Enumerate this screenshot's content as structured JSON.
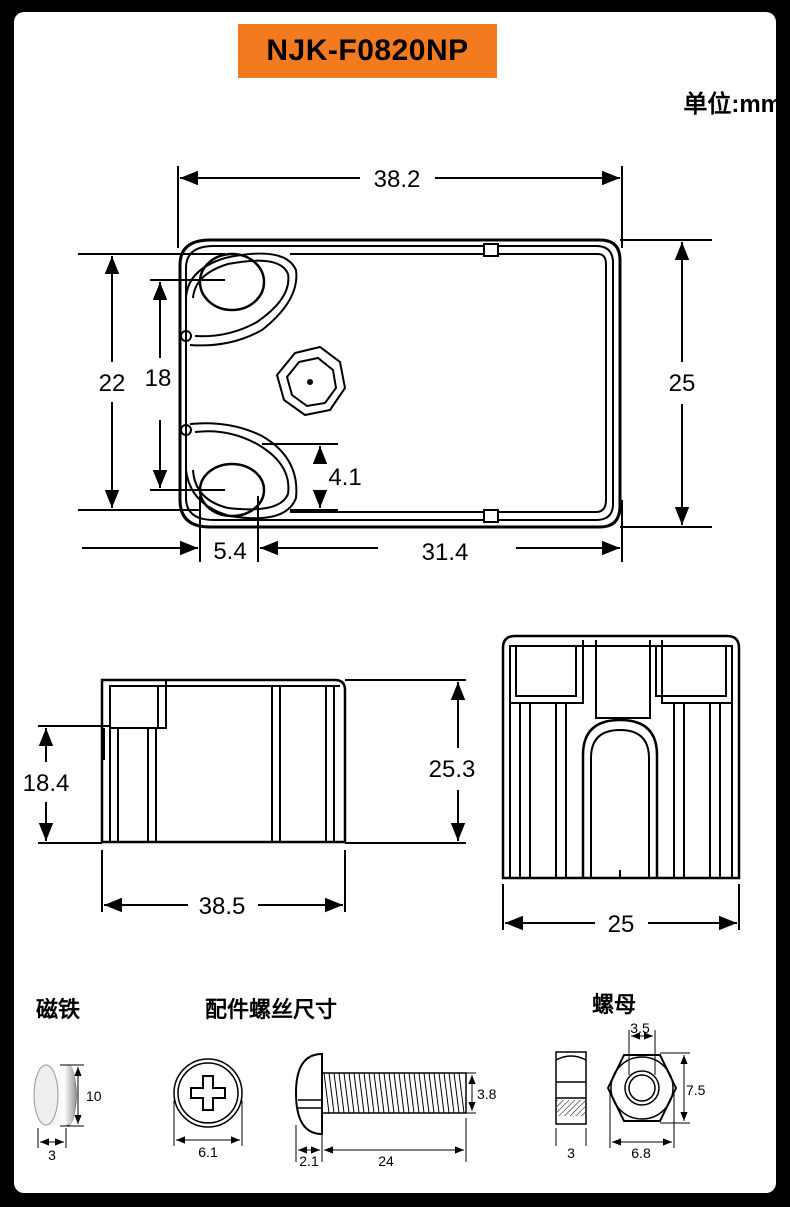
{
  "header": {
    "model": "NJK-F0820NP",
    "unit": "单位:mm"
  },
  "top_view": {
    "width": "38.2",
    "height_outer": "25",
    "height_inner": "22",
    "hole_pitch": "18",
    "hole_offset_y": "4.1",
    "hole_offset_x": "5.4",
    "hole_to_end": "31.4"
  },
  "side_view": {
    "height_low": "18.4",
    "height_total": "25.3",
    "length": "38.5"
  },
  "end_view": {
    "width": "25"
  },
  "accessories": {
    "magnet": {
      "title": "磁铁",
      "diameter": "10",
      "thickness": "3"
    },
    "screw": {
      "title": "配件螺丝尺寸",
      "head_diameter": "6.1",
      "thread_diameter": "3.8",
      "head_height": "2.1",
      "length": "24"
    },
    "nut": {
      "title": "螺母",
      "hole": "3.5",
      "across_corners": "7.5",
      "thickness": "3",
      "across_flats": "6.8"
    }
  },
  "colors": {
    "badge": "#f47a20",
    "background": "#000000",
    "card": "#ffffff",
    "line": "#000000"
  }
}
